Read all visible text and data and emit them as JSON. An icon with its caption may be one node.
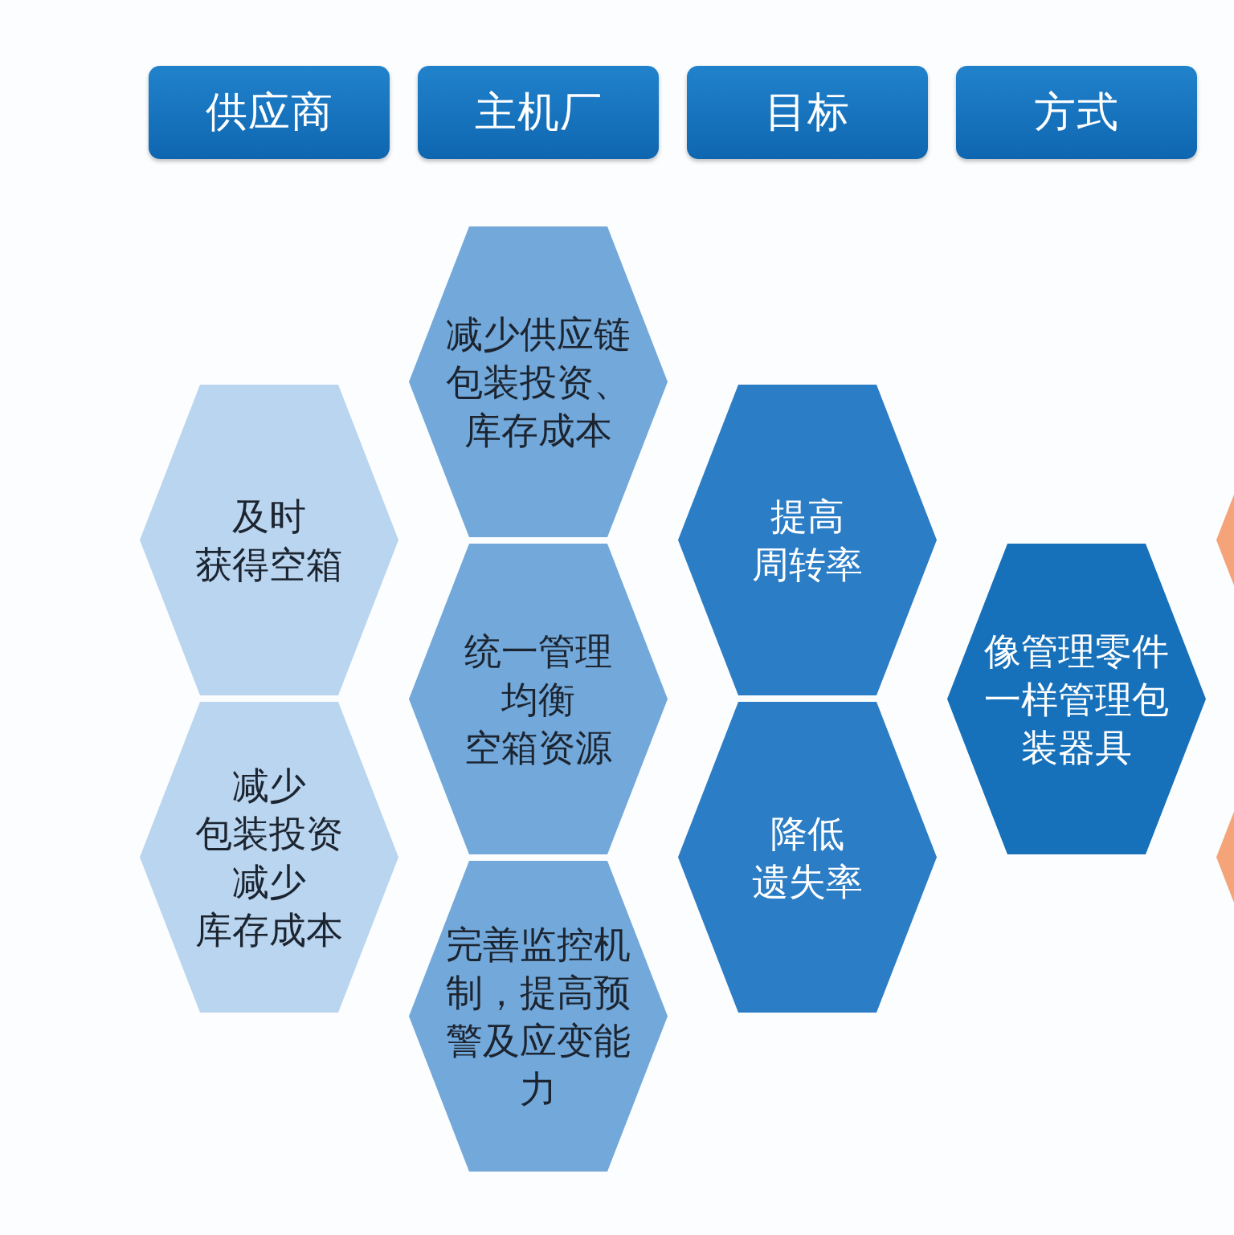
{
  "diagram": {
    "nodes": [
      {
        "text": [
          "供应商"
        ]
      },
      {
        "text": [
          "主机厂"
        ]
      },
      {
        "text": [
          "目标"
        ]
      },
      {
        "text": [
          "方式"
        ]
      },
      {
        "text": [
          "及时获得空箱"
        ]
      },
      {
        "text": [
          "减少包装投资减少库存成本"
        ]
      },
      {
        "text": [
          "减少供应链包装投资、库存成本"
        ]
      },
      {
        "text": [
          "统一管理均衡空箱资源"
        ]
      },
      {
        "text": [
          "完善监控机制，提高预警及应变能力"
        ]
      },
      {
        "text": [
          "提高周转率"
        ]
      },
      {
        "text": [
          "降低遗失率"
        ]
      },
      {
        "text": [
          "像管理零件一样管理包装器具"
        ]
      },
      {
        "text": [],
        "shape": "hexagon"
      },
      {
        "text": [],
        "shape": "hexagon"
      }
    ]
  }
}
